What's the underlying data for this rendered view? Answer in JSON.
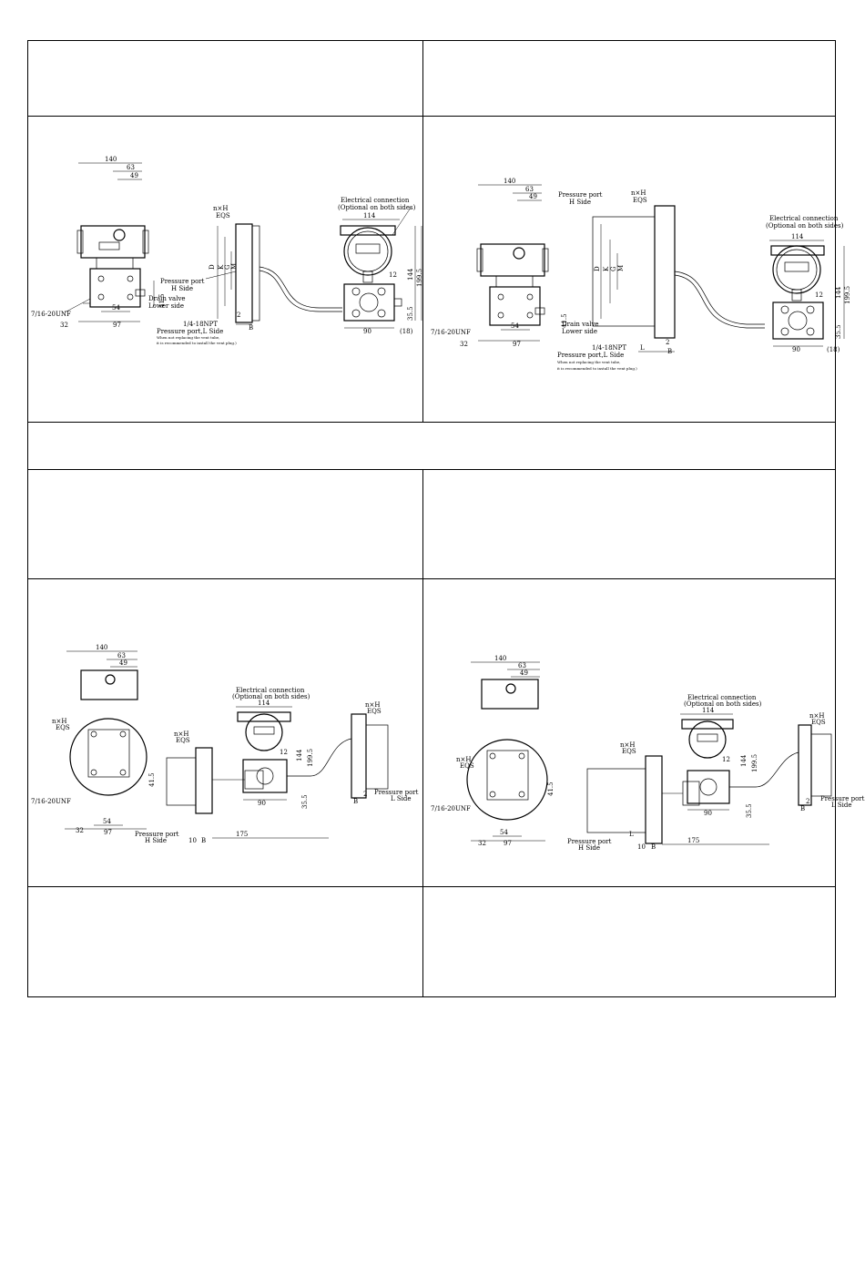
{
  "drawings": {
    "d1": {
      "w140": "140",
      "w63": "63",
      "w49": "49",
      "nxh": "n×H",
      "eqs": "EQS",
      "elec1": "Electrical connection",
      "elec2": "(Optional on both sides)",
      "w114": "114",
      "pp_h1": "Pressure port",
      "pp_h2": "H Side",
      "d_labels": [
        "D",
        "K",
        "G",
        "M"
      ],
      "v144": "144",
      "v199": "199.5",
      "v12": "12",
      "v355": "35.5",
      "v415": "41.5",
      "unf": "7/16-20UNF",
      "drain1": "Drain valve",
      "drain2": "Lower side",
      "w54": "54",
      "w32": "32",
      "w97": "97",
      "w90": "90",
      "w18": "(18)",
      "npt": "1/4-18NPT",
      "pp_l": "Pressure port,L Side",
      "note1": "When not replacing the vent tube,",
      "note2": "it is recommended to install the vent plug.)",
      "b2": "2",
      "bB": "B"
    },
    "d2": {
      "w140": "140",
      "w63": "63",
      "w49": "49",
      "pp_h1": "Pressure port",
      "pp_h2": "H Side",
      "nxh": "n×H",
      "eqs": "EQS",
      "elec1": "Electrical connection",
      "elec2": "(Optional on both sides)",
      "w114": "114",
      "d_labels": [
        "D",
        "K",
        "G",
        "M"
      ],
      "v144": "144",
      "v199": "199.5",
      "v12": "12",
      "v355": "35.5",
      "v415": "41.5",
      "unf": "7/16-20UNF",
      "drain1": "Drain valve",
      "drain2": "Lower side",
      "w54": "54",
      "w32": "32",
      "w97": "97",
      "w90": "90",
      "w18": "(18)",
      "npt": "1/4-18NPT",
      "pp_l": "Pressure port,L Side",
      "note1": "When not replacing the vent tube,",
      "note2": "it is recommended to install the vent plug.)",
      "b2": "2",
      "bL": "L",
      "bB": "B"
    },
    "d3": {
      "w140": "140",
      "w63": "63",
      "w49": "49",
      "elec1": "Electrical connection",
      "elec2": "(Optional on both sides)",
      "w114": "114",
      "nxh": "n×H",
      "eqs": "EQS",
      "nxh2": "n×H",
      "eqs2": "EQS",
      "nxh3": "n×H",
      "eqs3": "EQS",
      "v144": "144",
      "v199": "199.5",
      "v12": "12",
      "v355": "35.5",
      "v415": "41.5",
      "unf": "7/16-20UNF",
      "w54": "54",
      "w32": "32",
      "w97": "97",
      "w90": "90",
      "pp_h1": "Pressure port",
      "pp_h2": "H Side",
      "w10": "10",
      "wB": "B",
      "w175": "175",
      "pp_l1": "Pressure port",
      "pp_l2": "L Side",
      "b2": "2",
      "bB": "B"
    },
    "d4": {
      "w140": "140",
      "w63": "63",
      "w49": "49",
      "elec1": "Electrical connection",
      "elec2": "(Optional on both sides)",
      "w114": "114",
      "nxh": "n×H",
      "eqs": "EQS",
      "nxh2": "n×H",
      "eqs2": "EQS",
      "nxh3": "n×H",
      "eqs3": "EQS",
      "v144": "144",
      "v199": "199.5",
      "v12": "12",
      "v355": "35.5",
      "v415": "41.5",
      "unf": "7/16-20UNF",
      "w54": "54",
      "w32": "32",
      "w97": "97",
      "w90": "90",
      "pp_h1": "Pressure port",
      "pp_h2": "H Side",
      "wL": "L",
      "w10": "10",
      "wB": "B",
      "w175": "175",
      "pp_l1": "Pressure port",
      "pp_l2": "L Side",
      "b2": "2",
      "bB": "B"
    }
  }
}
